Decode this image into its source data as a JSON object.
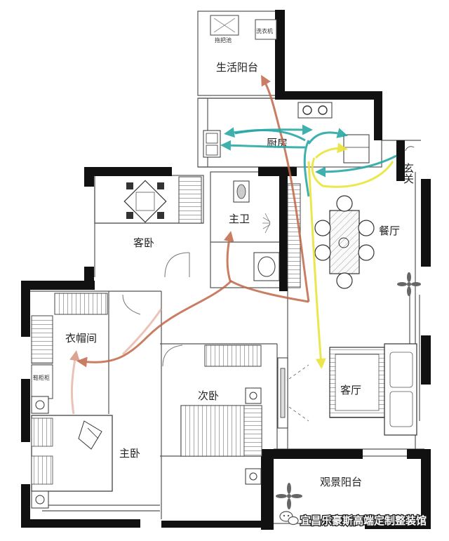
{
  "rooms": {
    "service_balcony": "生活阳台",
    "kitchen": "厨房",
    "entrance": "玄关",
    "guest_bedroom": "客卧",
    "master_bath": "主卫",
    "dining_room": "餐厅",
    "cloakroom": "衣帽间",
    "second_bedroom": "次卧",
    "living_room": "客厅",
    "master_bedroom": "主卧",
    "view_balcony": "观景阳台"
  },
  "fixtures": {
    "mop_sink": "拖把池",
    "washing_machine": "洗衣机",
    "shoe_cabinet": "鞋柜柜"
  },
  "watermark": {
    "text": "宜昌乐豪斯高端定制整装馆",
    "logo_icon": "wechat-icon"
  },
  "flow_colors": {
    "brown_route": "#c0684a",
    "teal_route": "#2aa9a6",
    "yellow_route": "#e9e43a"
  }
}
